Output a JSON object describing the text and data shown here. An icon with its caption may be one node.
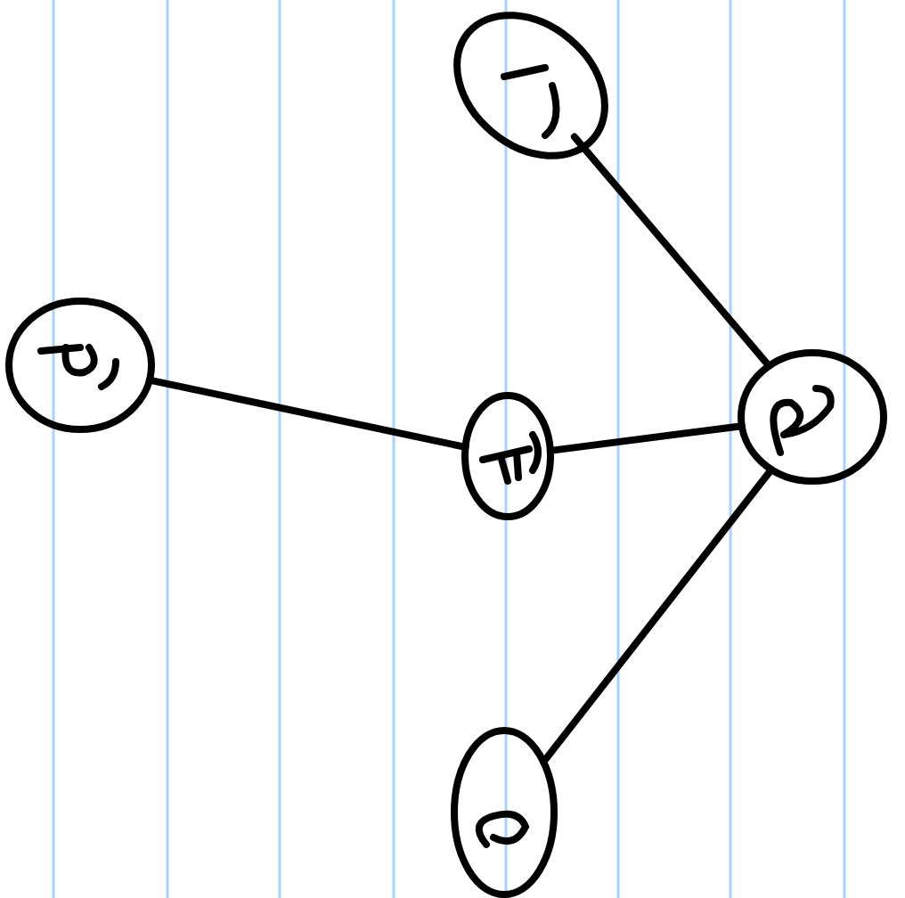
{
  "diagram": {
    "nodes": [
      {
        "text": [],
        "shape": "circle"
      },
      {
        "text": [],
        "shape": "circle"
      },
      {
        "text": [],
        "shape": "circle"
      },
      {
        "text": [],
        "shape": "circle"
      },
      {
        "text": [],
        "shape": "circle"
      }
    ],
    "edges": [
      {
        "from": 1,
        "to": 2,
        "arrow": "none"
      },
      {
        "from": 2,
        "to": 3,
        "arrow": "none"
      },
      {
        "from": 0,
        "to": 3,
        "arrow": "none"
      },
      {
        "from": 3,
        "to": 4,
        "arrow": "none"
      }
    ]
  }
}
